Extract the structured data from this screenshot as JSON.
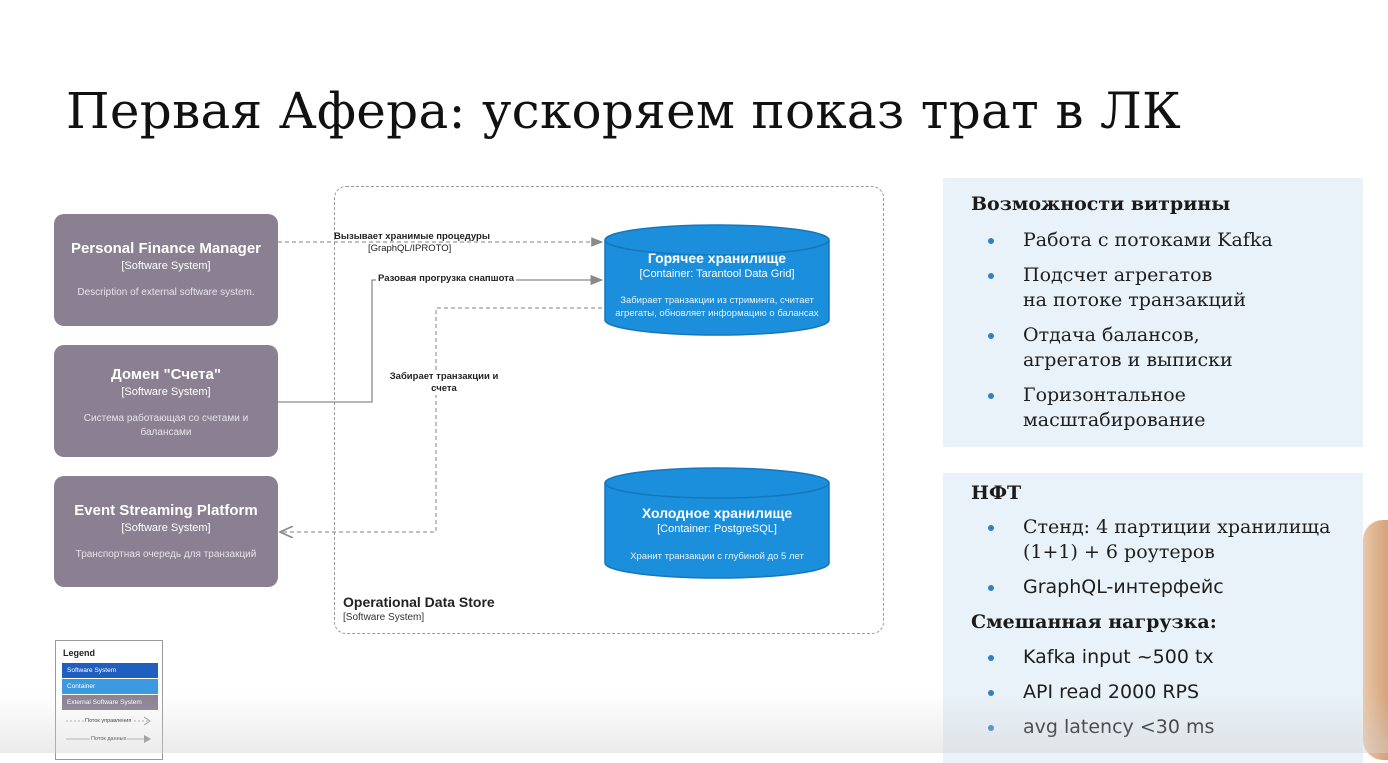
{
  "slide": {
    "title": "Первая Афера: ускоряем показ трат в ЛК"
  },
  "diagram": {
    "external_systems": [
      {
        "name": "Personal Finance Manager",
        "kind": "[Software System]",
        "description": "Description of external software system."
      },
      {
        "name": "Домен \"Счета\"",
        "kind": "[Software System]",
        "description": "Система работающая со счетами и балансами"
      },
      {
        "name": "Event Streaming Platform",
        "kind": "[Software System]",
        "description": "Транспортная очередь для транзакций"
      }
    ],
    "boundary": {
      "name": "Operational Data Store",
      "kind": "[Software System]"
    },
    "containers": [
      {
        "name": "Горячее хранилище",
        "kind": "[Container: Tarantool Data Grid]",
        "description": "Забирает транзакции из стриминга, считает агрегаты, обновляет информацию о балансах"
      },
      {
        "name": "Холодное хранилище",
        "kind": "[Container: PostgreSQL]",
        "description": "Хранит транзакции с глубиной до 5 лет"
      }
    ],
    "relations": [
      {
        "label": "Вызывает хранимые процедуры",
        "sublabel": "[GraphQL/IPROTO]"
      },
      {
        "label": "Разовая прогрузка снапшота"
      },
      {
        "label": "Забирает транзакции и счета"
      }
    ],
    "legend": {
      "title": "Legend",
      "items": [
        "Software System",
        "Container",
        "External Software System"
      ],
      "lines": [
        "Поток управления",
        "Поток данных"
      ]
    },
    "colors": {
      "external": "#8a8091",
      "container": "#1b8fdc",
      "software_system": "#1f5fbf",
      "panel": "#e8f2f8",
      "bullet": "#2e7fc9"
    }
  },
  "panels": {
    "features": {
      "heading": "Возможности витрины",
      "items": [
        [
          "Работа с потоками Kafka"
        ],
        [
          "Подсчет агрегатов",
          "на потоке транзакций"
        ],
        [
          "Отдача балансов,",
          "агрегатов и выписки"
        ],
        [
          "Горизонтальное",
          "масштабирование"
        ]
      ]
    },
    "nfr": {
      "heading": "НФТ",
      "items": [
        [
          "Стенд: 4 партиции хранилища",
          "(1+1) + 6 роутеров"
        ],
        [
          "GraphQL-интерфейс"
        ]
      ],
      "load_heading": "Смешанная нагрузка:",
      "load_items": [
        "Kafka input ~500 tx",
        "API read 2000 RPS",
        "avg latency <30 ms"
      ]
    }
  }
}
